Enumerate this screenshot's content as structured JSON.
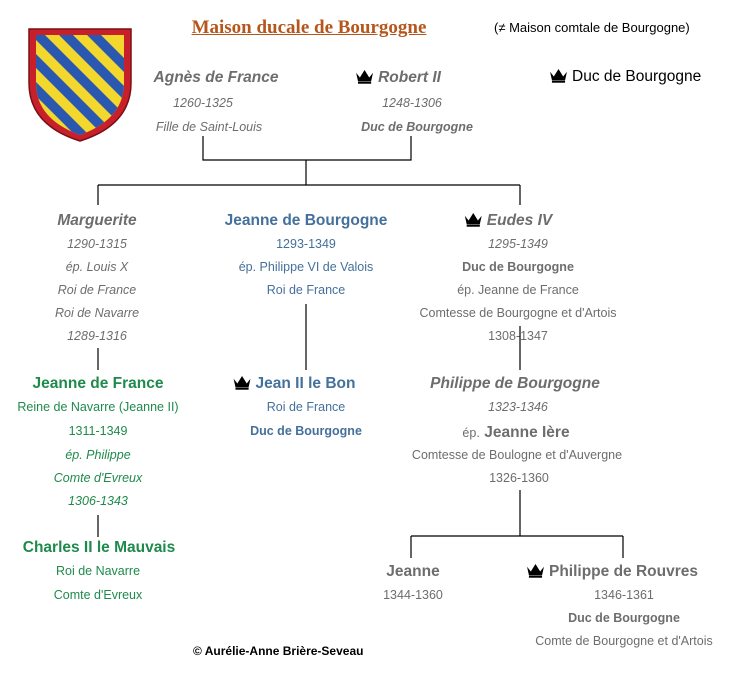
{
  "colors": {
    "grey": "#6d6d6d",
    "blue": "#44709b",
    "green": "#1f8a4c",
    "title": "#b5561c",
    "black": "#000000",
    "shield_red": "#c8202a",
    "shield_gold": "#f2d72c",
    "shield_blue": "#2a58b0"
  },
  "header": {
    "title": "Maison ducale de Bourgogne",
    "note": "(≠ Maison comtale de Bourgogne)",
    "legend_label": "Duc de Bourgogne",
    "legend_icon": "crown-icon",
    "arms_icon": "burgundy-shield-icon"
  },
  "agnes": {
    "name": "Agnès de France",
    "dates": "1260-1325",
    "note": "Fille de Saint-Louis"
  },
  "robert": {
    "name": "Robert II",
    "dates": "1248-1306",
    "title": "Duc de Bourgogne"
  },
  "marguerite": {
    "name": "Marguerite",
    "dates": "1290-1315",
    "spouse": "ép. Louis X",
    "spouse_title1": "Roi de France",
    "spouse_title2": "Roi de Navarre",
    "spouse_dates": "1289-1316"
  },
  "jeanne_b": {
    "name": "Jeanne de Bourgogne",
    "dates": "1293-1349",
    "spouse": "ép. Philippe VI de Valois",
    "spouse_title": "Roi de France"
  },
  "eudes": {
    "name": "Eudes IV",
    "dates": "1295-1349",
    "title": "Duc de Bourgogne",
    "spouse": "ép. Jeanne de France",
    "spouse_title": "Comtesse de Bourgogne et d'Artois",
    "spouse_dates": "1308-1347"
  },
  "jeanne_f": {
    "name": "Jeanne de France",
    "title": "Reine de Navarre (Jeanne II)",
    "dates": "1311-1349",
    "spouse": "ép. Philippe",
    "spouse_title": "Comte d'Evreux",
    "spouse_dates": "1306-1343"
  },
  "jean2": {
    "name": "Jean II le Bon",
    "title1": "Roi de France",
    "title2": "Duc de Bourgogne"
  },
  "philippe_b": {
    "name": "Philippe de Bourgogne",
    "dates": "1323-1346",
    "spouse_prefix": "ép.",
    "spouse_name": "Jeanne Ière",
    "spouse_title": "Comtesse de Boulogne et d'Auvergne",
    "spouse_dates": "1326-1360"
  },
  "charles": {
    "name": "Charles II le Mauvais",
    "title1": "Roi de Navarre",
    "title2": "Comte d'Evreux"
  },
  "jeanne_c": {
    "name": "Jeanne",
    "dates": "1344-1360"
  },
  "rouvres": {
    "name": "Philippe de Rouvres",
    "dates": "1346-1361",
    "title1": "Duc de Bourgogne",
    "title2": "Comte de Bourgogne et d'Artois"
  },
  "copyright": "© Aurélie-Anne Brière-Seveau"
}
